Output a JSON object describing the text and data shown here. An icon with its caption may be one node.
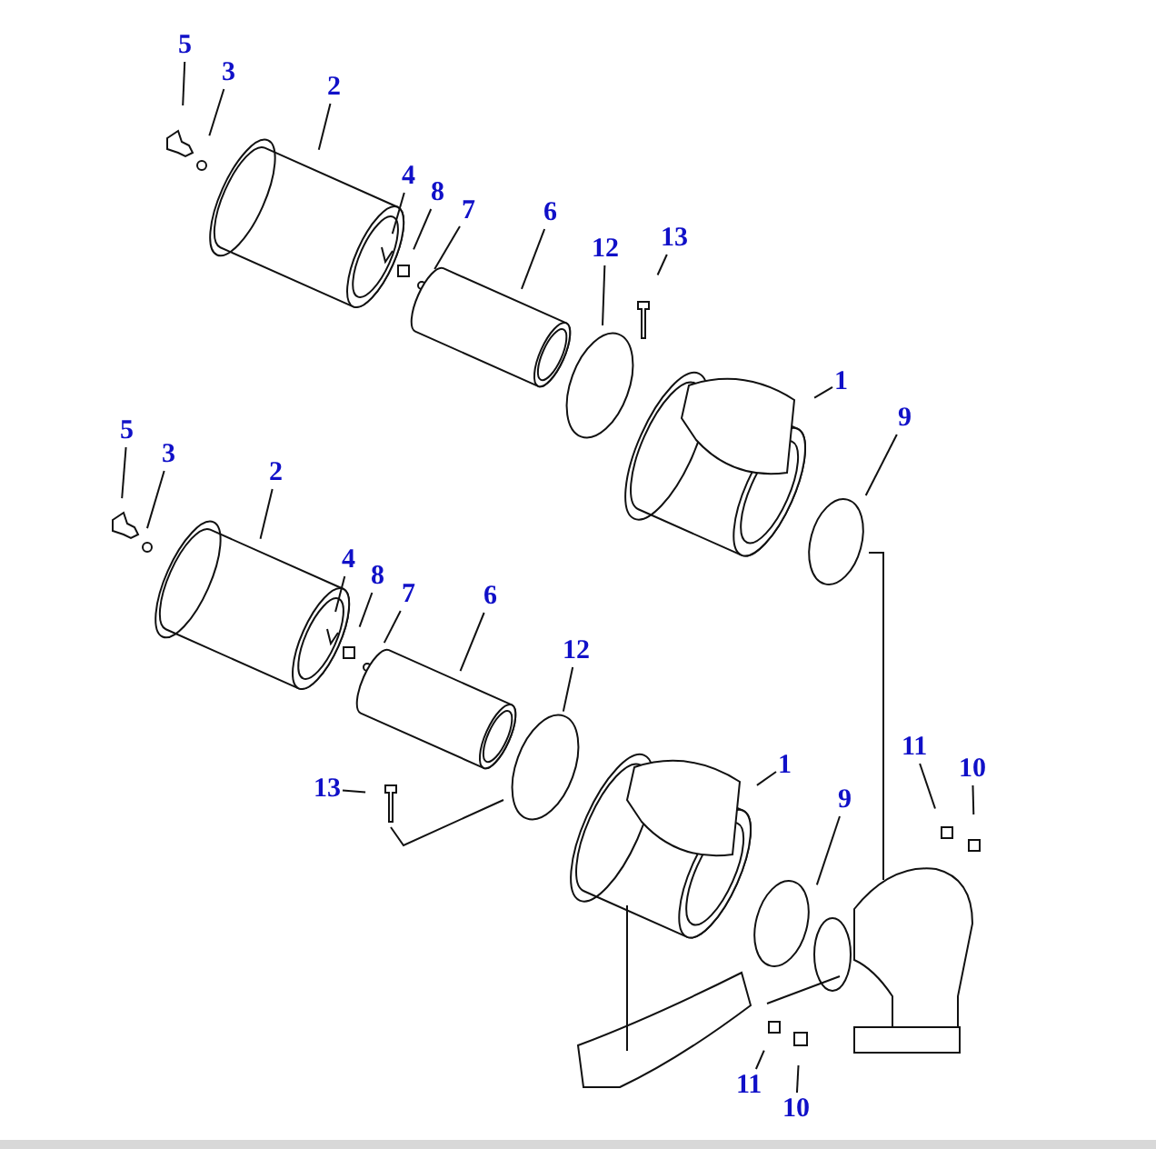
{
  "diagram": {
    "nodes": [
      {
        "text": [
          "5"
        ]
      },
      {
        "text": [
          "3"
        ]
      },
      {
        "text": [
          "2"
        ]
      },
      {
        "text": [
          "4"
        ]
      },
      {
        "text": [
          "8"
        ]
      },
      {
        "text": [
          "7"
        ]
      },
      {
        "text": [
          "6"
        ]
      },
      {
        "text": [
          "12"
        ]
      },
      {
        "text": [
          "13"
        ]
      },
      {
        "text": [
          "1"
        ]
      },
      {
        "text": [
          "9"
        ]
      },
      {
        "text": [
          "5"
        ]
      },
      {
        "text": [
          "3"
        ]
      },
      {
        "text": [
          "2"
        ]
      },
      {
        "text": [
          "4"
        ]
      },
      {
        "text": [
          "8"
        ]
      },
      {
        "text": [
          "7"
        ]
      },
      {
        "text": [
          "6"
        ]
      },
      {
        "text": [
          "12"
        ]
      },
      {
        "text": [
          "13"
        ]
      },
      {
        "text": [
          "1"
        ]
      },
      {
        "text": [
          "9"
        ]
      },
      {
        "text": [
          "11"
        ]
      },
      {
        "text": [
          "10"
        ]
      },
      {
        "text": [
          "11"
        ]
      },
      {
        "text": [
          "10"
        ]
      }
    ],
    "edges": [
      {
        "from": 0,
        "to": null,
        "arrow": "none"
      },
      {
        "from": 1,
        "to": null,
        "arrow": "none"
      },
      {
        "from": 2,
        "to": null,
        "arrow": "none"
      },
      {
        "from": 3,
        "to": null,
        "arrow": "none"
      },
      {
        "from": 4,
        "to": null,
        "arrow": "none"
      },
      {
        "from": 5,
        "to": null,
        "arrow": "none"
      },
      {
        "from": 6,
        "to": null,
        "arrow": "none"
      },
      {
        "from": 7,
        "to": null,
        "arrow": "none"
      },
      {
        "from": 8,
        "to": null,
        "arrow": "none"
      },
      {
        "from": 9,
        "to": null,
        "arrow": "none"
      },
      {
        "from": 10,
        "to": null,
        "arrow": "none"
      },
      {
        "from": 11,
        "to": null,
        "arrow": "none"
      },
      {
        "from": 12,
        "to": null,
        "arrow": "none"
      },
      {
        "from": 13,
        "to": null,
        "arrow": "none"
      },
      {
        "from": 14,
        "to": null,
        "arrow": "none"
      },
      {
        "from": 15,
        "to": null,
        "arrow": "none"
      },
      {
        "from": 16,
        "to": null,
        "arrow": "none"
      },
      {
        "from": 17,
        "to": null,
        "arrow": "none"
      },
      {
        "from": 18,
        "to": null,
        "arrow": "none"
      },
      {
        "from": 19,
        "to": null,
        "arrow": "none"
      },
      {
        "from": 20,
        "to": null,
        "arrow": "none"
      },
      {
        "from": 21,
        "to": null,
        "arrow": "none"
      },
      {
        "from": 22,
        "to": null,
        "arrow": "none"
      },
      {
        "from": 23,
        "to": null,
        "arrow": "none"
      },
      {
        "from": 24,
        "to": null,
        "arrow": "none"
      },
      {
        "from": 25,
        "to": null,
        "arrow": "none"
      }
    ]
  }
}
